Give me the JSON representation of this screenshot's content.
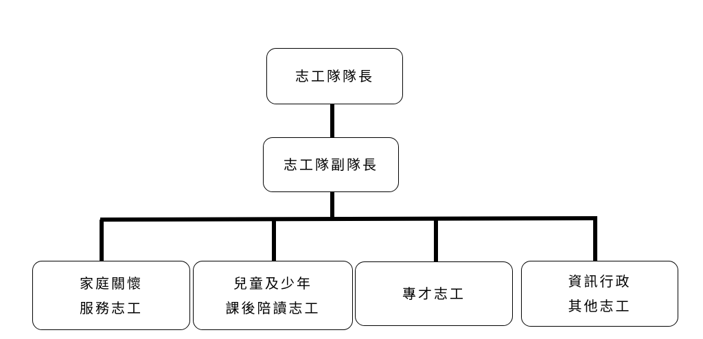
{
  "org_chart": {
    "leader": {
      "label": "志工隊隊長"
    },
    "deputy": {
      "label": "志工隊副隊長"
    },
    "teams": [
      {
        "line1": "家庭關懷",
        "line2": "服務志工"
      },
      {
        "line1": "兒童及少年",
        "line2": "課後陪讀志工"
      },
      {
        "line1": "專才志工",
        "line2": ""
      },
      {
        "line1": "資訊行政",
        "line2": "其他志工"
      }
    ]
  },
  "colors": {
    "line": "#000000",
    "box_border": "#000000",
    "box_fill": "#ffffff",
    "text": "#000000"
  }
}
